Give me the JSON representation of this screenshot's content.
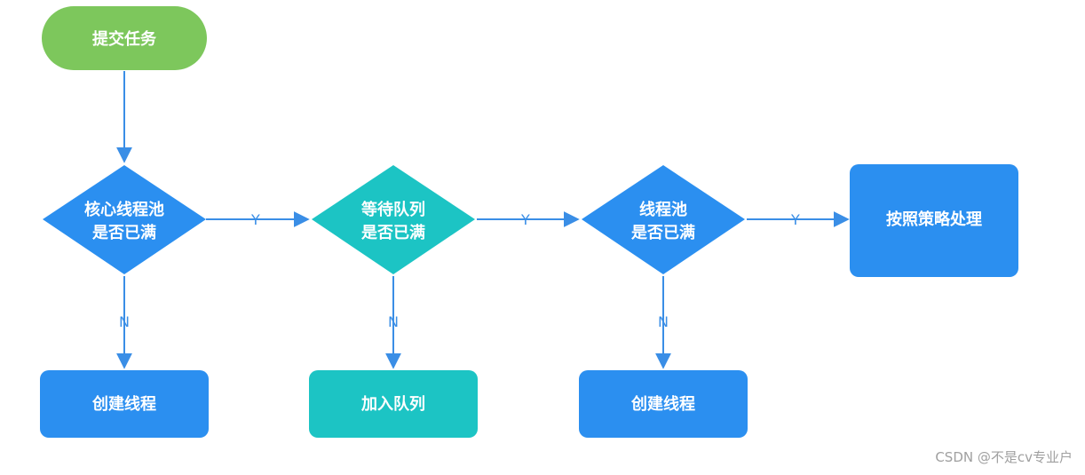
{
  "colors": {
    "start": "#7dc75c",
    "blue": "#2b8ff0",
    "teal": "#1cc4c4",
    "line": "#3a8ee6"
  },
  "nodes": {
    "submit": "提交任务",
    "d1_line1": "核心线程池",
    "d1_line2": "是否已满",
    "d2_line1": "等待队列",
    "d2_line2": "是否已满",
    "d3_line1": "线程池",
    "d3_line2": "是否已满",
    "policy": "按照策略处理",
    "create1": "创建线程",
    "queue": "加入队列",
    "create2": "创建线程"
  },
  "edges": {
    "y1": "Y",
    "y2": "Y",
    "y3": "Y",
    "n1": "N",
    "n2": "N",
    "n3": "N"
  },
  "watermark": "CSDN @不是cv专业户"
}
